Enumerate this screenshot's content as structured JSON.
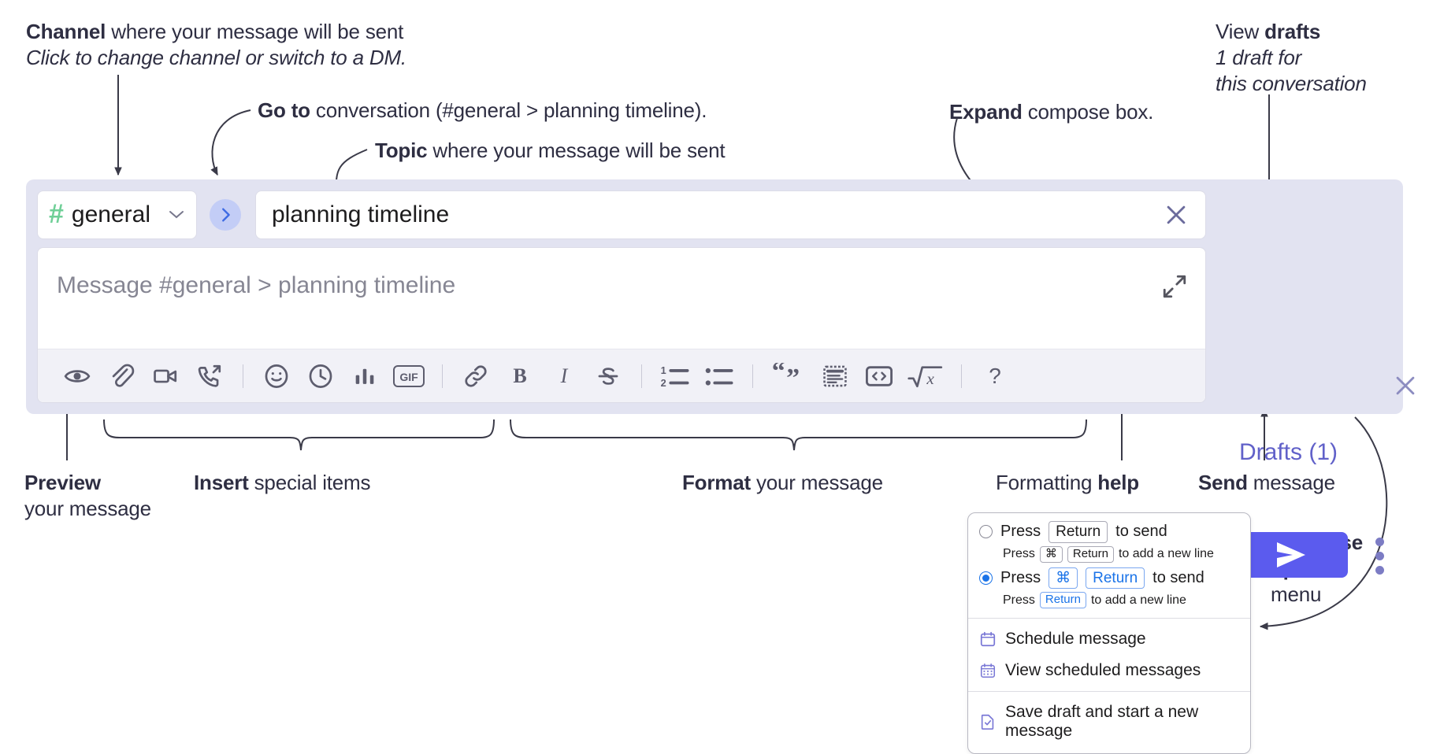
{
  "annotations": {
    "channel": {
      "bold": "Channel",
      "rest": " where your message will be sent",
      "italic": "Click to change channel or switch to a DM."
    },
    "goto": {
      "bold": "Go to",
      "rest": " conversation (#general > planning timeline)."
    },
    "topic": {
      "bold": "Topic",
      "rest": " where your message will be sent"
    },
    "expand": {
      "bold": "Expand",
      "rest": " compose box."
    },
    "drafts": {
      "line1_plain": "View ",
      "line1_bold": "drafts",
      "line2": "1 draft for",
      "line3": "this conversation"
    },
    "preview": {
      "bold": "Preview",
      "rest": "your message"
    },
    "insert": {
      "bold": "Insert",
      "rest": " special items"
    },
    "format": {
      "bold": "Format",
      "rest": " your message"
    },
    "help": {
      "plain": "Formatting ",
      "bold": "help"
    },
    "send": {
      "bold": "Send",
      "rest": " message"
    },
    "compose_options": {
      "bold1": "Compose",
      "bold2": "options",
      "rest": "menu"
    }
  },
  "compose": {
    "channel": {
      "hash": "#",
      "name": "general",
      "chevron": "⌄"
    },
    "goto_button": {
      "glyph": "›"
    },
    "topic": {
      "value": "planning timeline"
    },
    "message": {
      "placeholder": "Message #general > planning timeline"
    },
    "drafts_label": "Drafts (1)",
    "toolbar": [
      {
        "name": "preview-icon",
        "label": "Preview"
      },
      {
        "name": "attachment-icon",
        "label": "Attach file"
      },
      {
        "name": "video-icon",
        "label": "Video clip"
      },
      {
        "name": "audio-clip-icon",
        "label": "Audio clip"
      },
      {
        "name": "separator-1",
        "label": ""
      },
      {
        "name": "emoji-icon",
        "label": "Emoji"
      },
      {
        "name": "clock-icon",
        "label": "Reminder"
      },
      {
        "name": "poll-icon",
        "label": "Poll"
      },
      {
        "name": "gif-icon",
        "label": "GIF"
      },
      {
        "name": "separator-2",
        "label": ""
      },
      {
        "name": "link-icon",
        "label": "Link"
      },
      {
        "name": "bold-icon",
        "label": "Bold"
      },
      {
        "name": "italic-icon",
        "label": "Italic"
      },
      {
        "name": "strikethrough-icon",
        "label": "Strikethrough"
      },
      {
        "name": "separator-3",
        "label": ""
      },
      {
        "name": "ordered-list-icon",
        "label": "Ordered list"
      },
      {
        "name": "bullet-list-icon",
        "label": "Bulleted list"
      },
      {
        "name": "separator-4",
        "label": ""
      },
      {
        "name": "blockquote-icon",
        "label": "Blockquote"
      },
      {
        "name": "code-block-icon",
        "label": "Code block"
      },
      {
        "name": "code-icon",
        "label": "Code"
      },
      {
        "name": "math-icon",
        "label": "Math"
      },
      {
        "name": "separator-5",
        "label": ""
      },
      {
        "name": "help-icon",
        "label": "?"
      }
    ],
    "gif_label": "GIF",
    "bold_label": "B",
    "italic_label": "I",
    "help_label": "?"
  },
  "options_menu": {
    "option1": {
      "selected": false,
      "pre": "Press",
      "key": "Return",
      "post": "to send",
      "sub_pre": "Press",
      "sub_key1": "⌘",
      "sub_key2": "Return",
      "sub_post": "to add a new line"
    },
    "option2": {
      "selected": true,
      "pre": "Press",
      "key1": "⌘",
      "key2": "Return",
      "post": "to send",
      "sub_pre": "Press",
      "sub_key": "Return",
      "sub_post": "to add a new line"
    },
    "items": [
      {
        "icon": "calendar-schedule-icon",
        "label": "Schedule message"
      },
      {
        "icon": "calendar-view-icon",
        "label": "View scheduled messages"
      },
      {
        "icon": "save-draft-icon",
        "label": "Save draft and start a new message"
      }
    ]
  },
  "colors": {
    "panel_bg": "#e2e3f1",
    "send_button": "#5b5bee",
    "channel_hash": "#6fcf97",
    "goto_bg": "#c3cdf6",
    "goto_arrow": "#3d6ae3",
    "drafts_text": "#6161c9",
    "menu_icon": "#7a78d6",
    "radio_selected": "#1a73e8",
    "annotation_text": "#2e2e42"
  }
}
